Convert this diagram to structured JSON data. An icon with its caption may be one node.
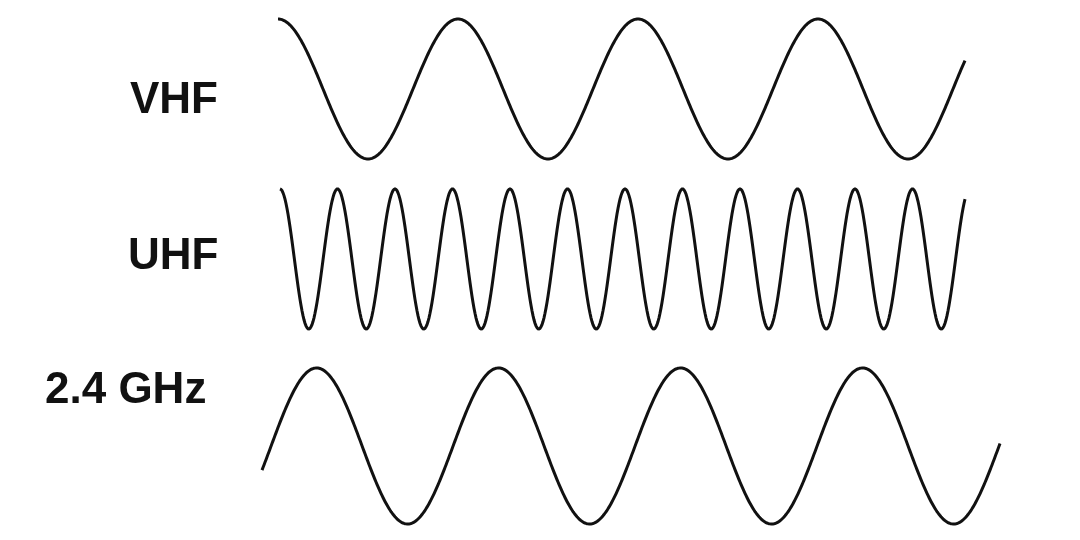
{
  "diagram": {
    "labels": [
      "VHF",
      "UHF",
      "2.4 GHz"
    ]
  }
}
